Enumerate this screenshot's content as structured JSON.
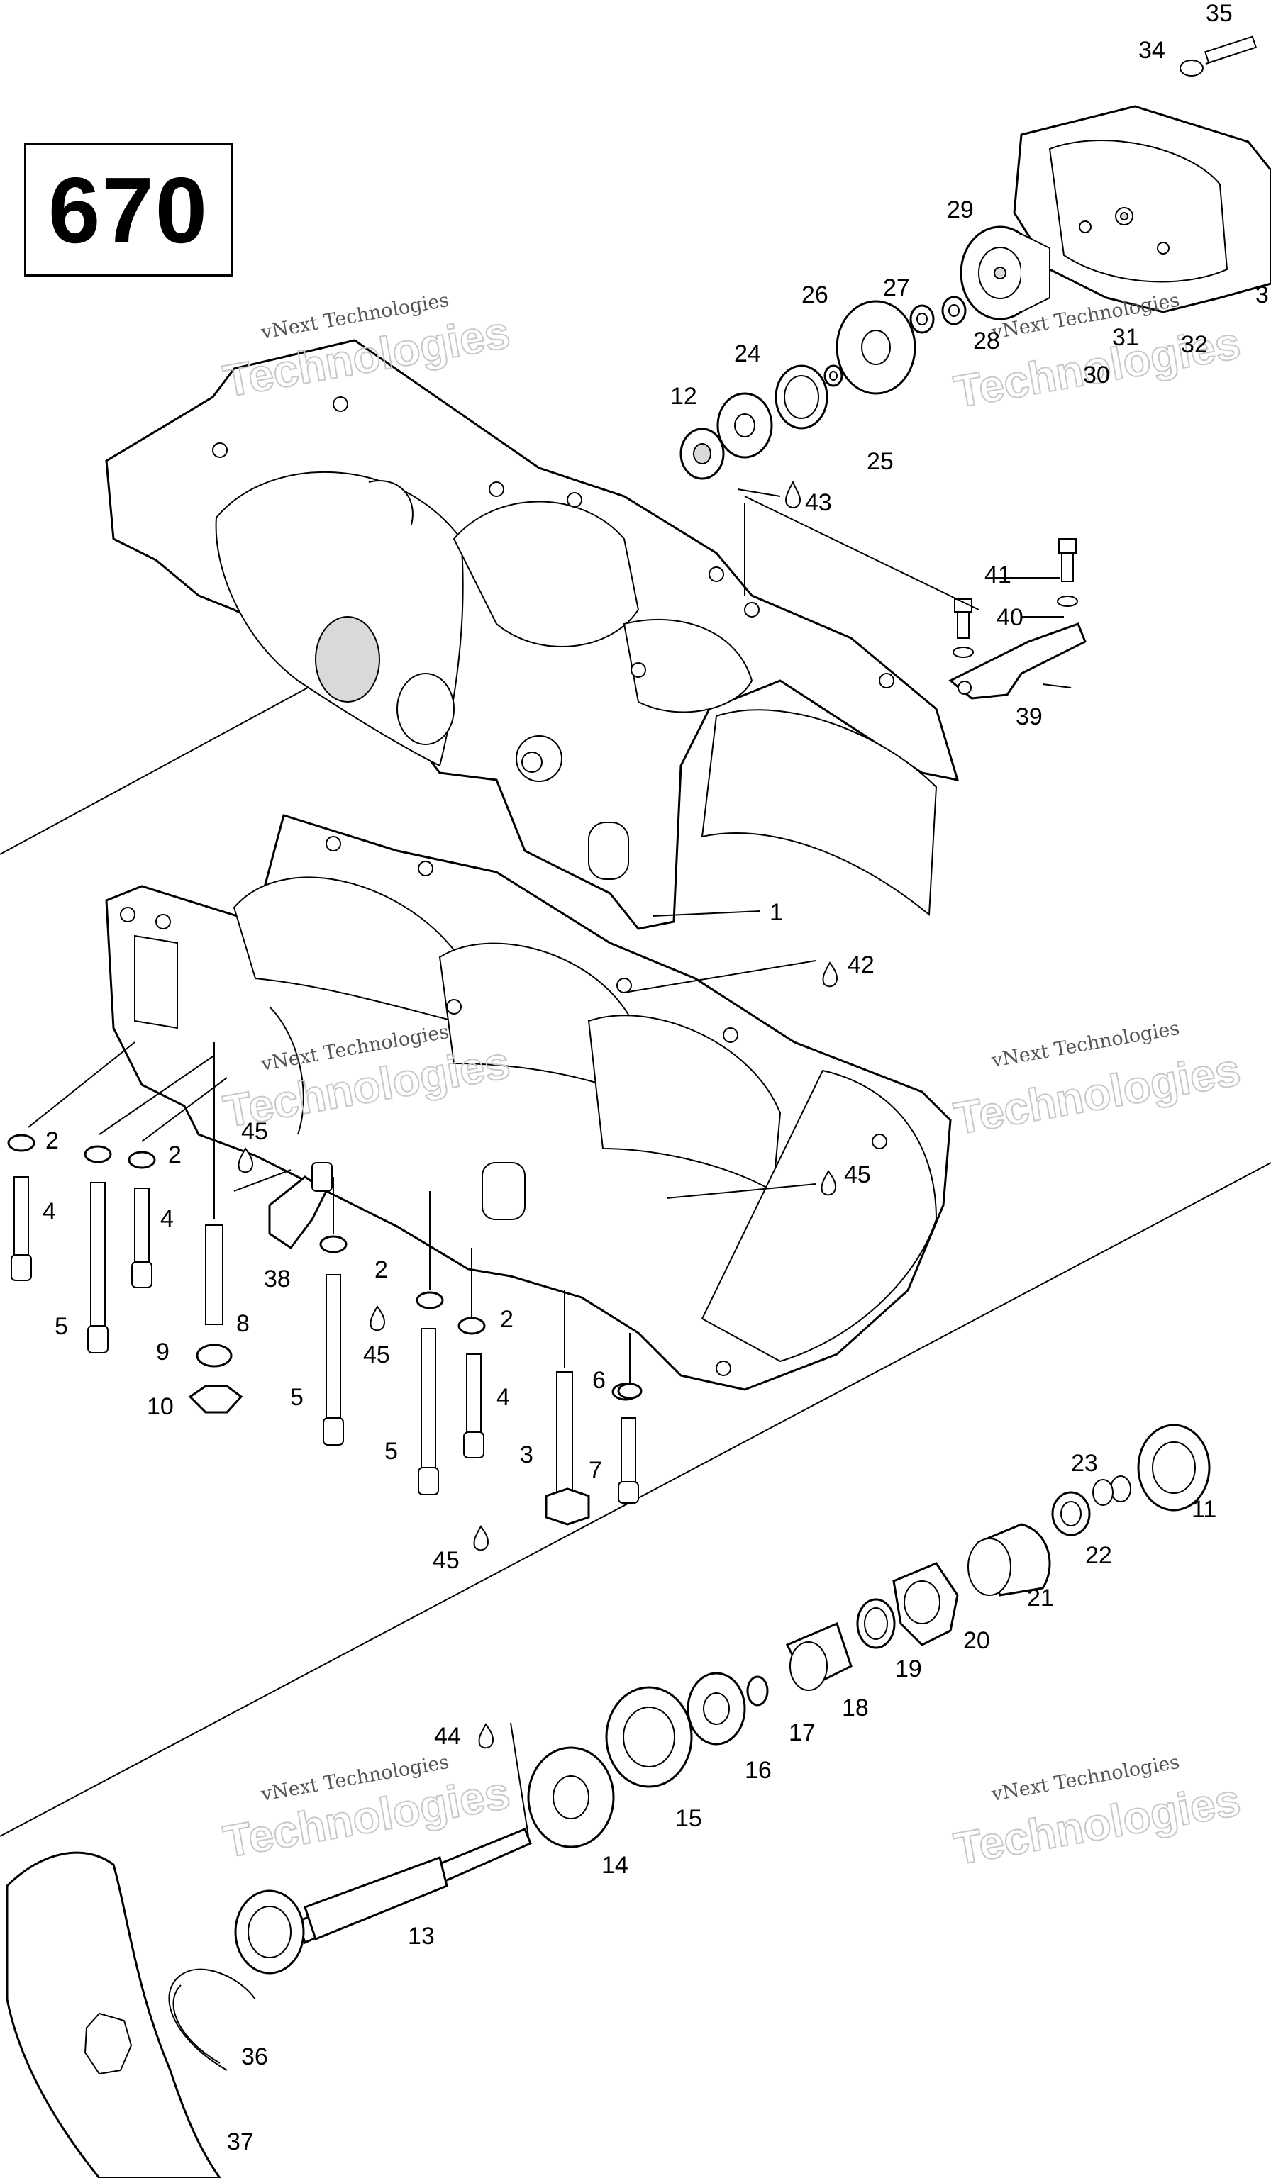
{
  "model": "670",
  "watermark": {
    "small": "vNext Technologies",
    "big": "Technologies"
  },
  "callouts": {
    "c1": "1",
    "c2": "2",
    "c3": "3",
    "c4": "4",
    "c5": "5",
    "c6": "6",
    "c7": "7",
    "c8": "8",
    "c9": "9",
    "c10": "10",
    "c11": "11",
    "c12": "12",
    "c13": "13",
    "c14": "14",
    "c15": "15",
    "c16": "16",
    "c17": "17",
    "c18": "18",
    "c19": "19",
    "c20": "20",
    "c21": "21",
    "c22": "22",
    "c23": "23",
    "c24": "24",
    "c25": "25",
    "c26": "26",
    "c27": "27",
    "c28": "28",
    "c29": "29",
    "c30": "30",
    "c31": "31",
    "c32": "32",
    "c33": "3",
    "c34": "34",
    "c35": "35",
    "c36": "36",
    "c37": "37",
    "c38": "38",
    "c39": "39",
    "c40": "40",
    "c41": "41",
    "c42": "42",
    "c43": "43",
    "c44": "44",
    "c45": "45"
  }
}
